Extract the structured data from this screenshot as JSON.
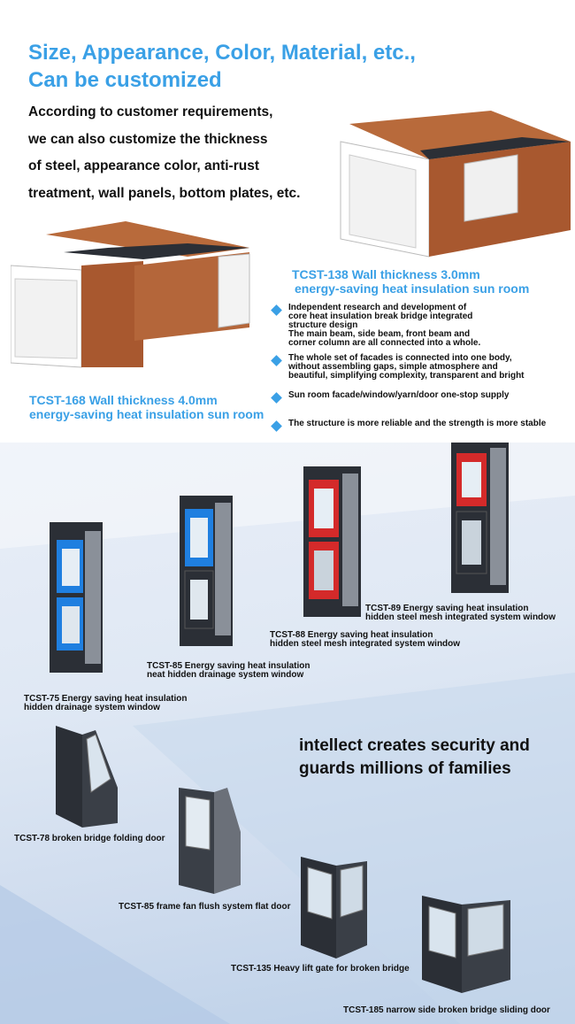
{
  "heading": {
    "line1": "Size, Appearance, Color, Material, etc.,",
    "line2": "Can be customized"
  },
  "intro_lines": [
    "According to customer requirements,",
    "we can also customize the thickness",
    "of steel, appearance color, anti-rust",
    "treatment, wall panels, bottom plates, etc."
  ],
  "sunrooms": {
    "tcst138": {
      "line1": "TCST-138 Wall thickness 3.0mm",
      "line2": "energy-saving heat insulation sun room"
    },
    "tcst168": {
      "line1": "TCST-168 Wall thickness 4.0mm",
      "line2": "energy-saving heat insulation sun room"
    }
  },
  "features": [
    "Independent research and development of\ncore heat insulation break bridge integrated\nstructure design\nThe main beam, side beam, front beam and\ncorner column are all connected into a whole.",
    "The whole set of facades is connected into one body,\nwithout assembling gaps, simple atmosphere and\nbeautiful, simplifying complexity, transparent and bright",
    "Sun room facade/window/yarn/door one-stop supply",
    "The structure is more reliable and the strength is more stable"
  ],
  "windows": {
    "tcst75": "TCST-75 Energy saving heat insulation\nhidden drainage system window",
    "tcst85": "TCST-85 Energy saving heat insulation\nneat hidden drainage system window",
    "tcst88": "TCST-88 Energy saving heat insulation\nhidden steel mesh integrated system window",
    "tcst89": "TCST-89 Energy saving heat insulation\nhidden steel mesh integrated system window"
  },
  "slogan": "intellect creates security and\n guards millions of families",
  "doors": {
    "tcst78": "TCST-78 broken bridge folding door",
    "tcst85": "TCST-85 frame fan flush system flat door",
    "tcst135": "TCST-135 Heavy lift gate for broken bridge",
    "tcst185": "TCST-185 narrow side broken bridge sliding door"
  },
  "colors": {
    "accent": "#3aa0e6",
    "wood": "#a8582f",
    "insulation_blue": "#1f7fe0",
    "insulation_red": "#d42a2a",
    "frame_dark": "#2b2f36"
  }
}
